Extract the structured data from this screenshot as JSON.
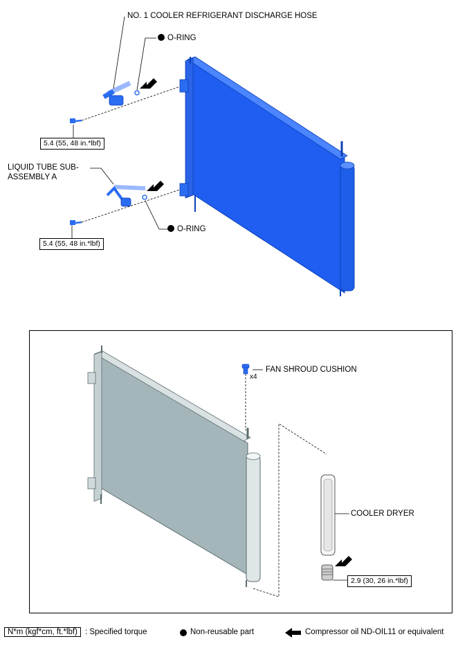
{
  "top_diagram": {
    "discharge_hose_label": "NO. 1 COOLER REFRIGERANT DISCHARGE HOSE",
    "o_ring_upper_label": "O-RING",
    "torque_upper": "5.4 (55, 48 in.*lbf)",
    "liquid_tube_label_line1": "LIQUID TUBE SUB-",
    "liquid_tube_label_line2": "ASSEMBLY A",
    "o_ring_lower_label": "O-RING",
    "torque_lower": "5.4 (55, 48 in.*lbf)"
  },
  "bottom_diagram": {
    "fan_shroud_label": "FAN SHROUD CUSHION",
    "quantity": "x4",
    "cooler_dryer_label": "COOLER DRYER",
    "torque_dryer": "2.9 (30, 26 in.*lbf)"
  },
  "legend": {
    "torque_unit": "N*m (kgf*cm, ft.*lbf)",
    "torque_desc": ": Specified torque",
    "non_reusable": "Non-reusable part",
    "compressor_oil": "Compressor oil ND-OIL11 or equivalent"
  },
  "colors": {
    "condenser_blue": "#1e5ee8",
    "condenser_gray": "#a4b6b9",
    "part_blue": "#2a6cf2"
  },
  "icons": [
    "filled-dot-icon",
    "arrow-left-icon"
  ]
}
